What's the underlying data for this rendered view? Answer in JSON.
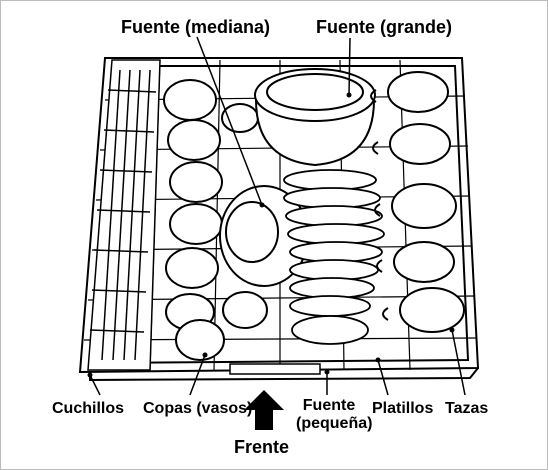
{
  "labels": {
    "fuente_mediana": "Fuente (mediana)",
    "fuente_grande": "Fuente (grande)",
    "cuchillos": "Cuchillos",
    "copas": "Copas (vasos)",
    "fuente_pequena_1": "Fuente",
    "fuente_pequena_2": "(pequeña)",
    "platillos": "Platillos",
    "tazas": "Tazas",
    "frente": "Frente"
  }
}
